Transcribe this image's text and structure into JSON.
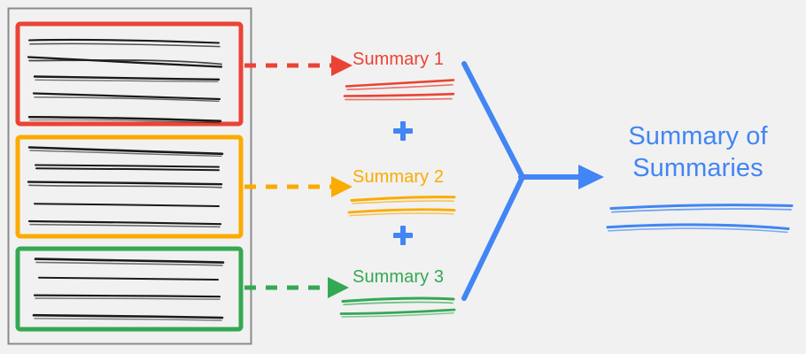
{
  "diagram": {
    "title": "Hierarchical summarization: three document chunks are summarized separately, then combined into a summary of summaries",
    "background_color": "#f1f1f1"
  },
  "source_panel": {
    "name": "document-container",
    "border_color": "#808080",
    "chunks": [
      {
        "id": "chunk-1",
        "color": "#EA4335",
        "color_name": "red",
        "text_line_count": 5,
        "arrow_label": "dashed-arrow-red"
      },
      {
        "id": "chunk-2",
        "color": "#FBAB00",
        "color_name": "orange",
        "text_line_count": 5,
        "arrow_label": "dashed-arrow-orange"
      },
      {
        "id": "chunk-3",
        "color": "#34A853",
        "color_name": "green",
        "text_line_count": 4,
        "arrow_label": "dashed-arrow-green"
      }
    ]
  },
  "summaries": [
    {
      "label": "Summary 1",
      "color": "#EA4335",
      "squiggle_lines": 2
    },
    {
      "label": "Summary 2",
      "color": "#FBAB00",
      "squiggle_lines": 2
    },
    {
      "label": "Summary 3",
      "color": "#34A853",
      "squiggle_lines": 2
    }
  ],
  "operators": [
    {
      "symbol": "+",
      "color": "#4285F4",
      "name": "plus-sign-1"
    },
    {
      "symbol": "+",
      "color": "#4285F4",
      "name": "plus-sign-2"
    }
  ],
  "merge": {
    "color": "#4285F4",
    "name": "merge-connector",
    "arrow_direction": "right"
  },
  "final_output": {
    "line1": "Summary of",
    "line2": "Summaries",
    "color": "#4285F4",
    "squiggle_lines": 2
  },
  "colors": {
    "red": "#EA4335",
    "orange": "#FBAB00",
    "green": "#34A853",
    "blue": "#4285F4",
    "gray": "#808080",
    "ink": "#1a1a1a",
    "background": "#f1f1f1"
  }
}
